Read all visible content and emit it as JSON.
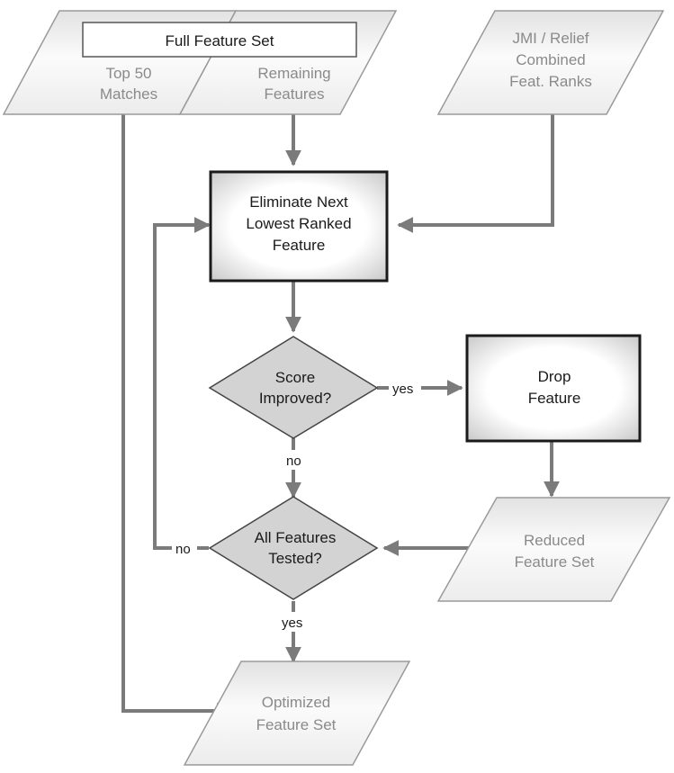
{
  "nodes": {
    "full_feature_set": "Full Feature Set",
    "top50": [
      "Top 50",
      "Matches"
    ],
    "remaining": [
      "Remaining",
      "Features"
    ],
    "jmi": [
      "JMI / Relief",
      "Combined",
      "Feat. Ranks"
    ],
    "eliminate": [
      "Eliminate Next",
      "Lowest Ranked",
      "Feature"
    ],
    "score": [
      "Score",
      "Improved?"
    ],
    "drop": [
      "Drop",
      "Feature"
    ],
    "all_tested": [
      "All Features",
      "Tested?"
    ],
    "reduced": [
      "Reduced",
      "Feature Set"
    ],
    "optimized": [
      "Optimized",
      "Feature Set"
    ]
  },
  "edges": {
    "yes1": "yes",
    "no1": "no",
    "no2": "no",
    "yes2": "yes"
  },
  "colors": {
    "arrow": "#7b7b7b",
    "diamond_fill": "#d3d3d3",
    "box_border": "#1a1a1a",
    "muted_text": "#8a8a8a"
  }
}
